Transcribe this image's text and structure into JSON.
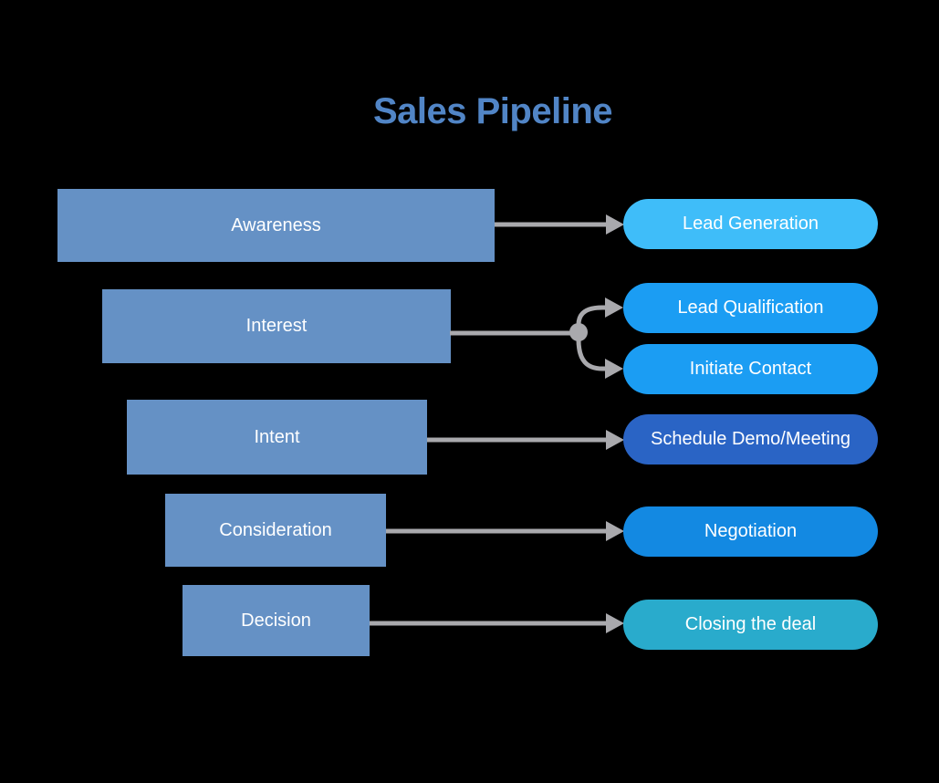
{
  "title": "Sales Pipeline",
  "colors": {
    "title_text": "#5185C6",
    "funnel_stage_fill": "#6591C5",
    "stage_label_text": "#FFFFFF",
    "pill_label_text": "#FFFFFF",
    "arrow_gray": "#A9A9AD",
    "pill_lead_generation": "#3FBDF9",
    "pill_lead_qualification": "#1B9DF3",
    "pill_initiate_contact": "#1B9DF3",
    "pill_schedule_demo": "#2A64C5",
    "pill_negotiation": "#1389E2",
    "pill_closing_deal": "#29ABCC"
  },
  "funnel": {
    "stages": [
      {
        "label": "Awareness"
      },
      {
        "label": "Interest"
      },
      {
        "label": "Intent"
      },
      {
        "label": "Consideration"
      },
      {
        "label": "Decision"
      }
    ]
  },
  "actions": {
    "items": [
      {
        "label": "Lead Generation"
      },
      {
        "label": "Lead Qualification"
      },
      {
        "label": "Initiate Contact"
      },
      {
        "label": "Schedule Demo/Meeting"
      },
      {
        "label": "Negotiation"
      },
      {
        "label": "Closing the deal"
      }
    ]
  },
  "connections": [
    {
      "from": "Awareness",
      "to": [
        "Lead Generation"
      ]
    },
    {
      "from": "Interest",
      "to": [
        "Lead Qualification",
        "Initiate Contact"
      ]
    },
    {
      "from": "Intent",
      "to": [
        "Schedule Demo/Meeting"
      ]
    },
    {
      "from": "Consideration",
      "to": [
        "Negotiation"
      ]
    },
    {
      "from": "Decision",
      "to": [
        "Closing the deal"
      ]
    }
  ]
}
